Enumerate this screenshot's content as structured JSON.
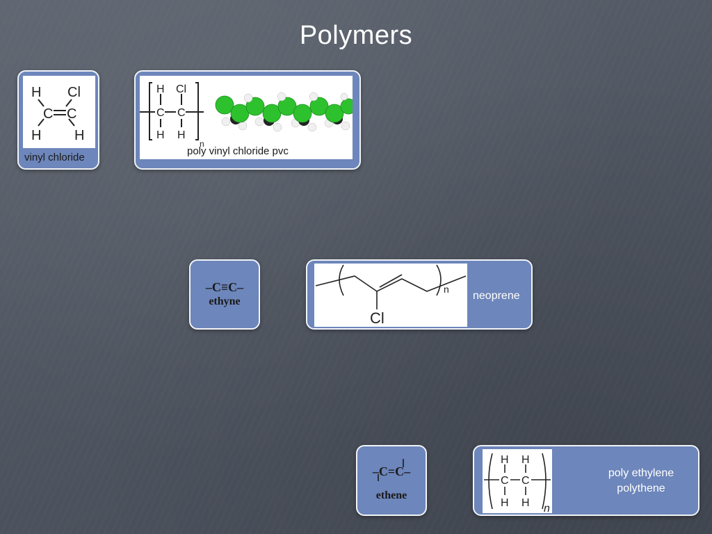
{
  "slide": {
    "title": "Polymers"
  },
  "cards": {
    "vinyl_chloride": {
      "label": "vinyl chloride",
      "atoms": {
        "h_top_left": "H",
        "cl_top_right": "Cl",
        "c_left": "C",
        "c_right": "C",
        "h_bottom_left": "H",
        "h_bottom_right": "H"
      }
    },
    "pvc": {
      "label": "poly vinyl chloride pvc",
      "atoms": {
        "h1": "H",
        "cl": "Cl",
        "c1": "C",
        "c2": "C",
        "h2": "H",
        "h3": "H",
        "n": "n"
      }
    },
    "ethyne": {
      "formula": "–C≡C–",
      "name": "ethyne"
    },
    "neoprene": {
      "label": "neoprene",
      "atoms": {
        "cl": "Cl",
        "n": "n"
      }
    },
    "ethene": {
      "formula": "–C=C–",
      "name": "ethene"
    },
    "polyethylene": {
      "label_line1": "poly ethylene",
      "label_line2": "polythene",
      "atoms": {
        "h1": "H",
        "h2": "H",
        "c1": "C",
        "c2": "C",
        "h3": "H",
        "h4": "H",
        "n": "n"
      }
    }
  },
  "colors": {
    "background": "#525964",
    "card": "#6d86bb",
    "card_border": "#f2f4f8",
    "chlorine_green": "#2ec12e",
    "hydrogen_white": "#f0f0f0"
  }
}
